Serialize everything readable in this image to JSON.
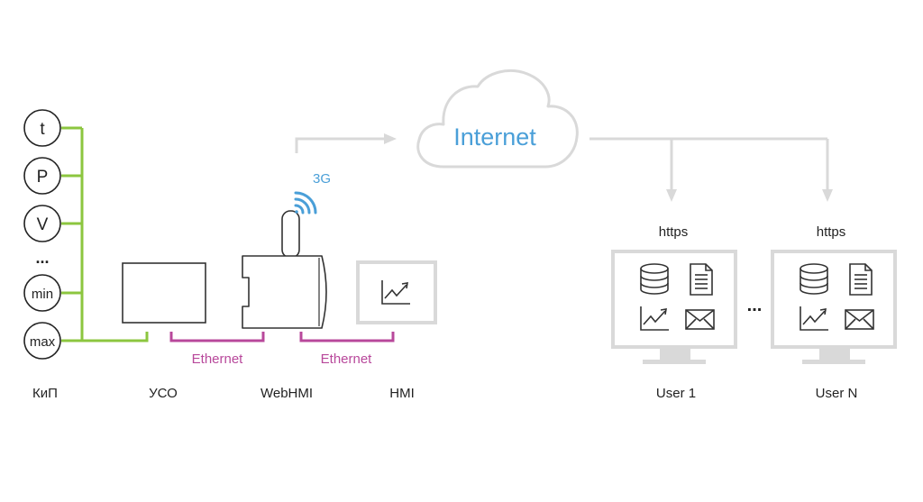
{
  "colors": {
    "sensor_bus": "#8cc63f",
    "ethernet": "#b8489b",
    "accent_blue": "#4a9fd8",
    "device_gray": "#d9d9d9",
    "outline_dark": "#333333"
  },
  "sensors": [
    "t",
    "P",
    "V",
    "...",
    "min",
    "max"
  ],
  "nodes": {
    "kip": "КиП",
    "uso": "УСО",
    "webhmi": "WebHMI",
    "hmi": "HMI",
    "user1": "User 1",
    "userN": "User N"
  },
  "links": {
    "ethernet_1": "Ethernet",
    "ethernet_2": "Ethernet",
    "cellular": "3G",
    "internet": "Internet",
    "https_1": "https",
    "https_2": "https",
    "between_users": "..."
  },
  "icons": {
    "hmi_screen": "trend-chart-icon",
    "user_icons": [
      "database-icon",
      "document-icon",
      "trend-chart-icon",
      "envelope-icon"
    ],
    "antenna_signal": "wifi-signal-icon"
  }
}
